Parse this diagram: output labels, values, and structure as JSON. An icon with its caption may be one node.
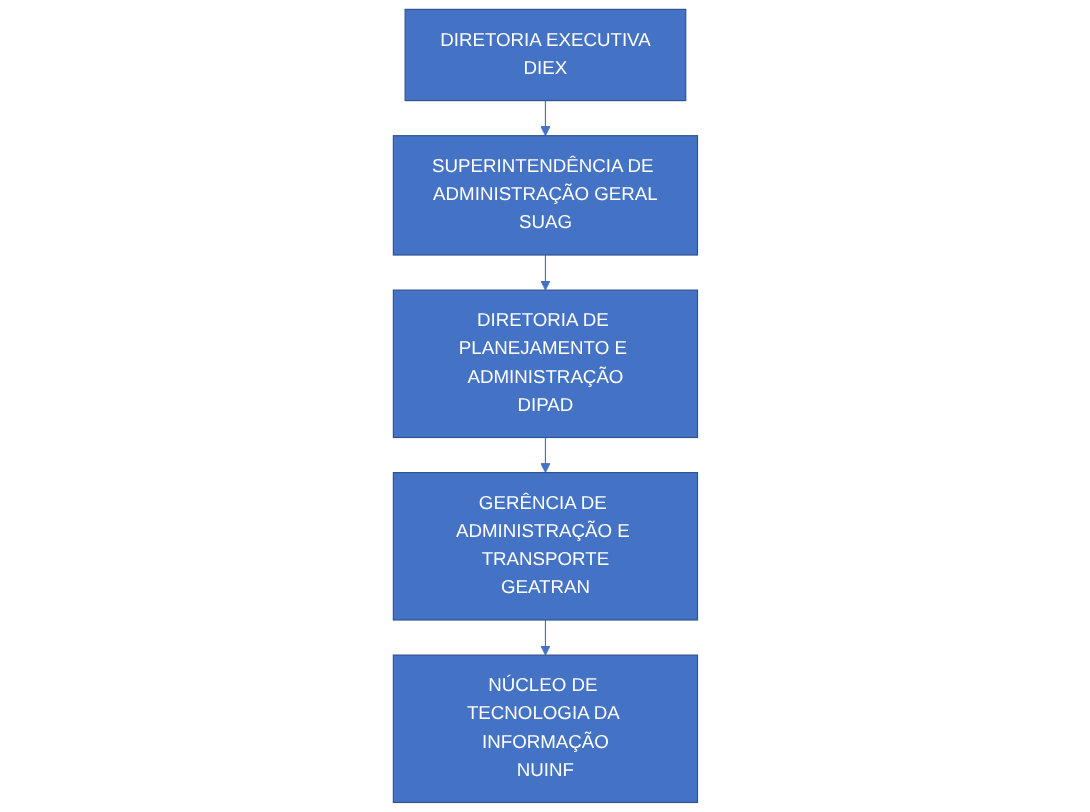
{
  "diagram": {
    "nodes": [
      {
        "text": [
          "DIRETORIA EXECUTIVA",
          "DIEX"
        ]
      },
      {
        "text": [
          "SUPERINTENDÊNCIA DE ADMINISTRAÇÃO GERAL",
          "SUAG"
        ]
      },
      {
        "text": [
          "DIRETORIA DE PLANEJAMENTO E ADMINISTRAÇÃO",
          "DIPAD"
        ]
      },
      {
        "text": [
          "GERÊNCIA DE ADMINISTRAÇÃO E TRANSPORTE",
          "GEATRAN"
        ]
      },
      {
        "text": [
          "NÚCLEO DE TECNOLOGIA DA INFORMAÇÃO",
          "NUINF"
        ]
      }
    ],
    "edges": [
      {
        "from": 0,
        "to": 1,
        "arrow": "to"
      },
      {
        "from": 1,
        "to": 2,
        "arrow": "to"
      },
      {
        "from": 2,
        "to": 3,
        "arrow": "to"
      },
      {
        "from": 3,
        "to": 4,
        "arrow": "to"
      }
    ]
  }
}
